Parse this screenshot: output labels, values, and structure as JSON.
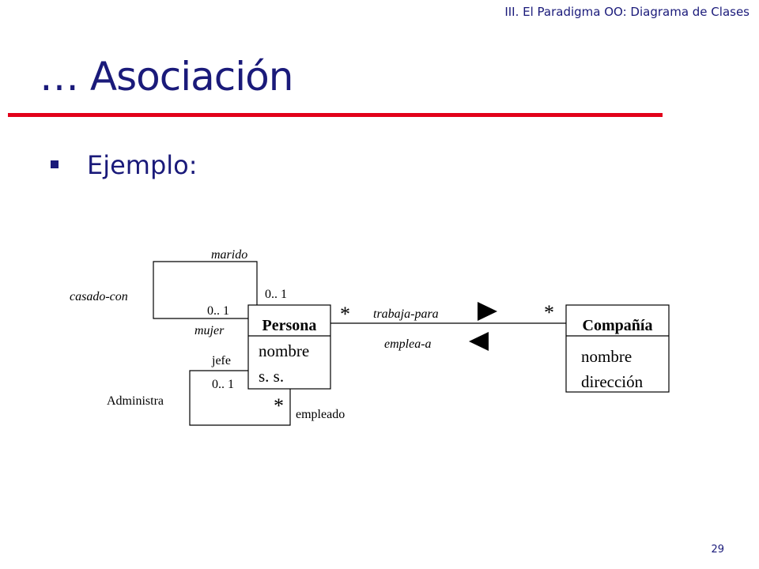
{
  "header": {
    "section_title": "III. El Paradigma OO: Diagrama de Clases"
  },
  "title": "… Asociación",
  "bullet": {
    "text": "Ejemplo:"
  },
  "diagram": {
    "classes": [
      {
        "name": "Persona",
        "attributes": [
          "nombre",
          "s. s."
        ]
      },
      {
        "name": "Compañía",
        "attributes": [
          "nombre",
          "dirección"
        ]
      }
    ],
    "assoc_casado": {
      "name": "casado-con",
      "role_top": "marido",
      "role_bottom": "mujer",
      "mult_top": "0.. 1",
      "mult_bottom": "0.. 1"
    },
    "assoc_administra": {
      "name": "Administra",
      "role_top": "jefe",
      "role_bottom": "empleado",
      "mult_top": "0.. 1",
      "mult_bottom": "*"
    },
    "assoc_trabaja": {
      "name_forward": "trabaja-para",
      "name_backward": "emplea-a",
      "mult_left": "*",
      "mult_right": "*"
    }
  },
  "page_number": "29"
}
